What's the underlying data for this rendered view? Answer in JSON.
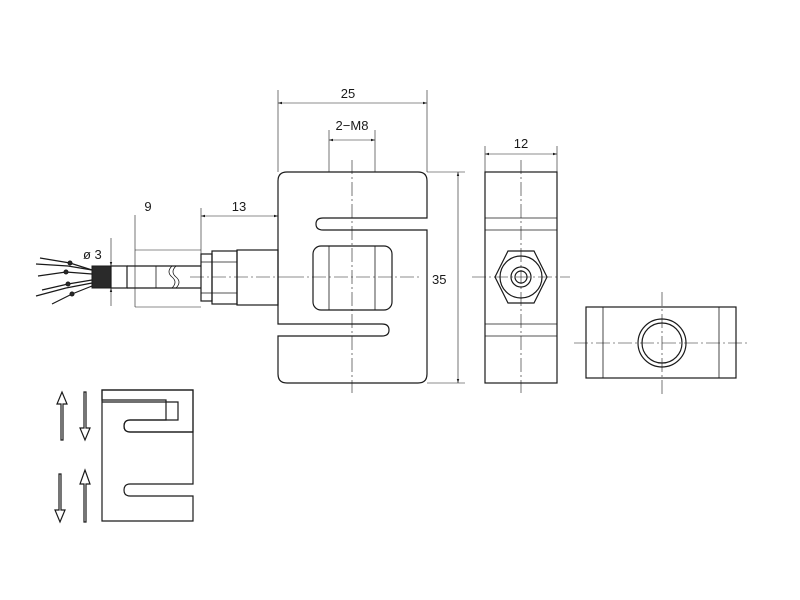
{
  "dimensions": {
    "width": "25",
    "thread": "2−M8",
    "height": "35",
    "cable_length": "13",
    "cable_offset": "9",
    "cable_diameter": "ø 3",
    "depth": "12"
  },
  "icons": {
    "force_arrows": "double-arrow-icon"
  }
}
